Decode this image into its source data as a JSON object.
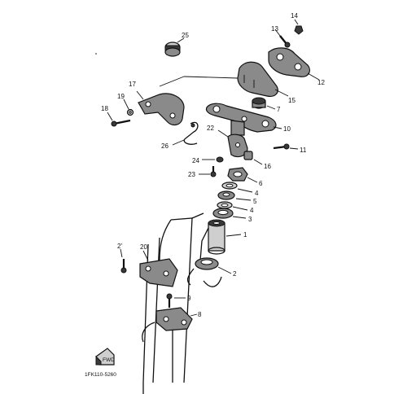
{
  "diagram": {
    "code": "1FK110-5260",
    "callouts": {
      "1": "1",
      "2": "2",
      "3": "3",
      "4a": "4",
      "4b": "4",
      "5": "5",
      "6": "6",
      "7": "7",
      "8": "8",
      "9": "9",
      "10": "10",
      "11": "11",
      "12": "12",
      "13": "13",
      "14": "14",
      "15": "15",
      "16": "16",
      "17": "17",
      "18": "18",
      "19": "19",
      "20": "20",
      "21": "2'",
      "22": "22",
      "23": "23",
      "24": "24",
      "25": "25",
      "26": "26"
    },
    "arrow_mark": "FWD"
  }
}
